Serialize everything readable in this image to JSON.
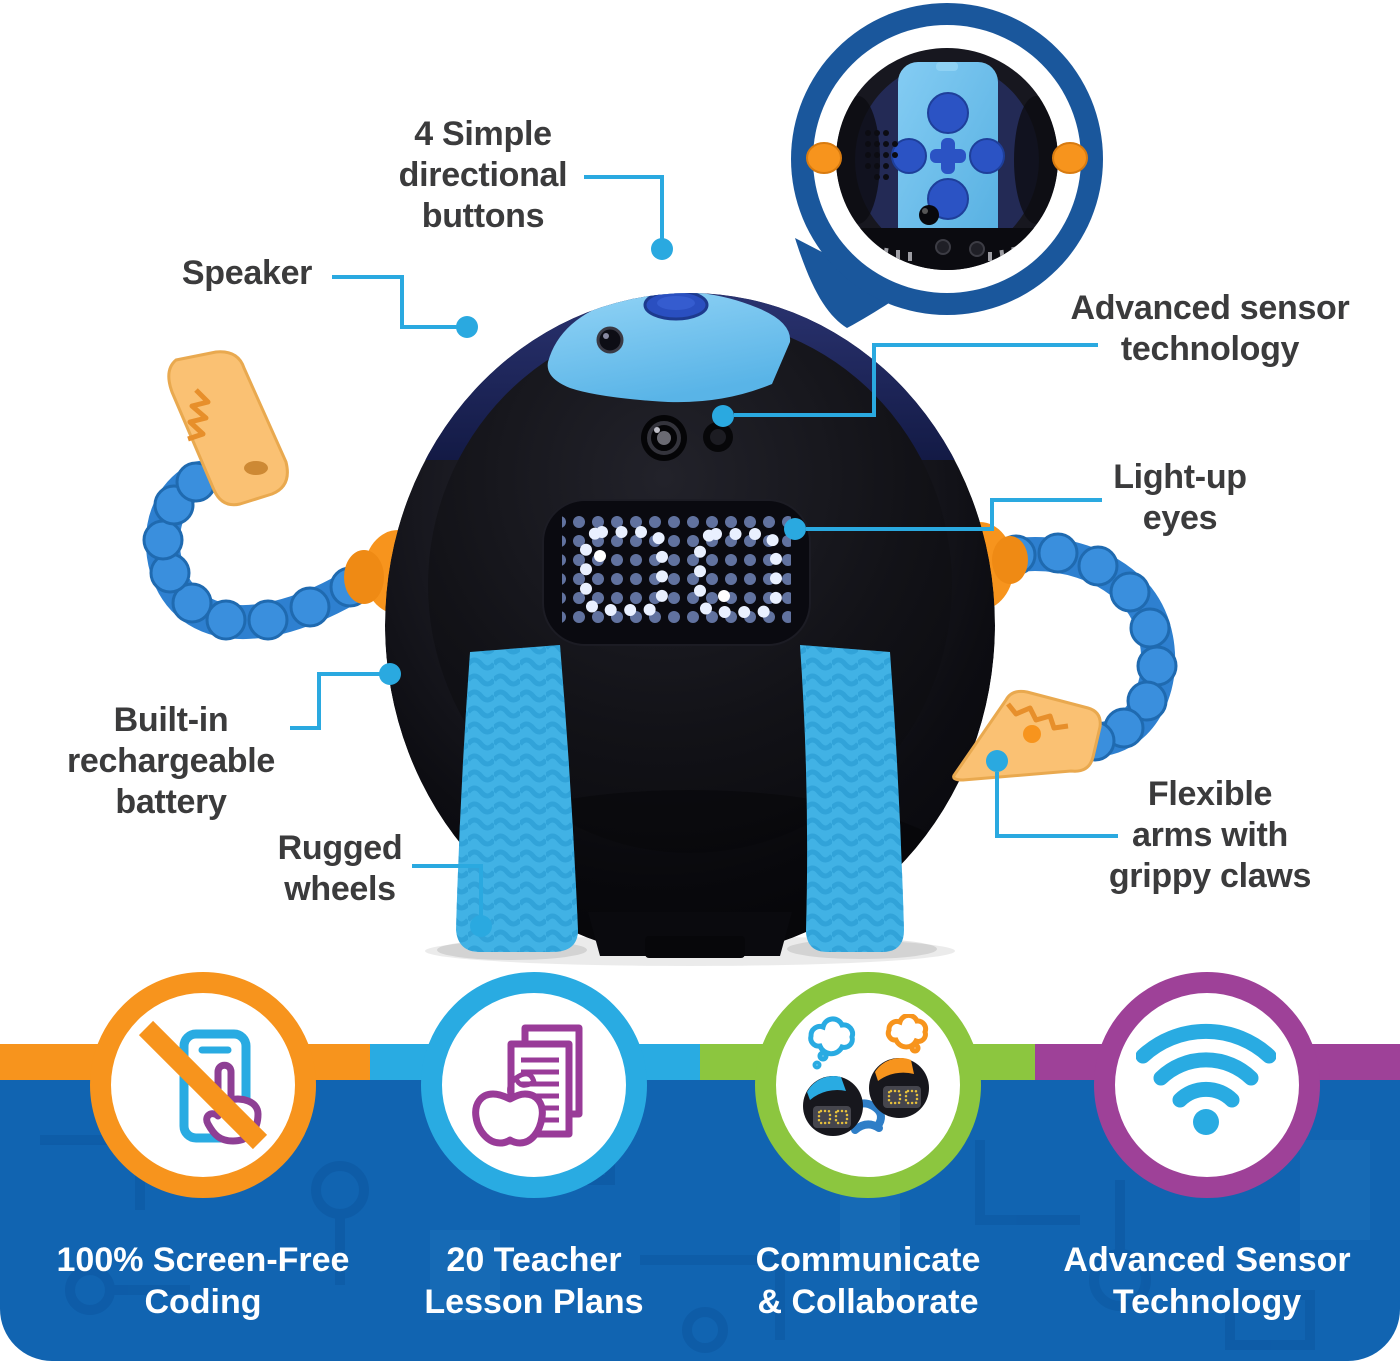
{
  "colors": {
    "callout_line": "#2aa9e0",
    "label_text": "#3b3b3c",
    "banner_blue": "#1164b1",
    "inset_ring_blue": "#1a579c",
    "orange": "#f7941d",
    "cyan": "#29abe2",
    "green": "#8cc63f",
    "purple": "#9e4198",
    "robot_light_blue": "#7ec9f1",
    "wheel_blue": "#41b2e5",
    "claw_yellow": "#fac173"
  },
  "callouts": {
    "directional_buttons": {
      "label": "4 Simple\ndirectional\nbuttons"
    },
    "speaker": {
      "label": "Speaker"
    },
    "advanced_sensor": {
      "label": "Advanced sensor\ntechnology"
    },
    "light_up_eyes": {
      "label": "Light-up\neyes"
    },
    "battery": {
      "label": "Built-in\nrechargeable\nbattery"
    },
    "rugged_wheels": {
      "label": "Rugged\nwheels"
    },
    "flexible_arms": {
      "label": "Flexible\narms with\ngrippy claws"
    }
  },
  "inset": {
    "icon": "robot-top-view-with-dpad"
  },
  "robot": {
    "icon": "botley-coding-robot-photo",
    "display": "led-dot-matrix-eyes"
  },
  "banner": {
    "features": [
      {
        "label": "100% Screen-Free\nCoding",
        "icon": "no-screen-icon",
        "ring_color": "#f7941d"
      },
      {
        "label": "20 Teacher\nLesson Plans",
        "icon": "lesson-plans-icon",
        "ring_color": "#29abe2"
      },
      {
        "label": "Communicate\n& Collaborate",
        "icon": "robots-communicate-icon",
        "ring_color": "#8cc63f"
      },
      {
        "label": "Advanced Sensor\nTechnology",
        "icon": "wifi-sensor-icon",
        "ring_color": "#9e4198"
      }
    ]
  }
}
